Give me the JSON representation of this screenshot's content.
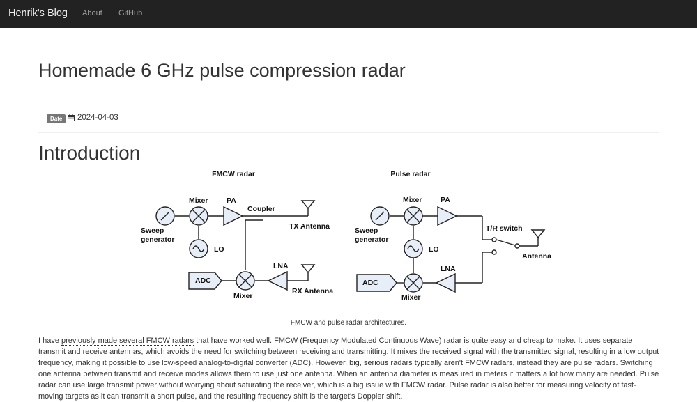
{
  "navbar": {
    "brand": "Henrik's Blog",
    "links": [
      {
        "label": "About"
      },
      {
        "label": "GitHub"
      }
    ]
  },
  "article": {
    "title": "Homemade 6 GHz pulse compression radar",
    "date_badge": "Date",
    "date": "2024-04-03",
    "section_title": "Introduction"
  },
  "figure": {
    "fmcw": {
      "title": "FMCW radar",
      "sweep_line1": "Sweep",
      "sweep_line2": "generator",
      "mixer_top": "Mixer",
      "pa": "PA",
      "coupler": "Coupler",
      "tx_antenna": "TX Antenna",
      "lo": "LO",
      "lna": "LNA",
      "adc": "ADC",
      "mixer_bottom": "Mixer",
      "rx_antenna": "RX Antenna"
    },
    "pulse": {
      "title": "Pulse radar",
      "sweep_line1": "Sweep",
      "sweep_line2": "generator",
      "mixer_top": "Mixer",
      "pa": "PA",
      "tr_switch": "T/R switch",
      "antenna": "Antenna",
      "lo": "LO",
      "lna": "LNA",
      "adc": "ADC",
      "mixer_bottom": "Mixer"
    },
    "caption": "FMCW and pulse radar architectures."
  },
  "intro": {
    "text_before_link": "I have ",
    "link_text": "previously made several FMCW radars",
    "text_after_link": " that have worked well. FMCW (Frequency Modulated Continuous Wave) radar is quite easy and cheap to make. It uses separate transmit and receive antennas, which avoids the need for switching between receiving and transmitting. It mixes the received signal with the transmitted signal, resulting in a low output frequency, making it possible to use low-speed analog-to-digital converter (ADC). However, big, serious radars typically aren't FMCW radars, instead they are pulse radars. Switching one antenna between transmit and receive modes allows them to use just one antenna. When an antenna diameter is measured in meters it matters a lot how many are needed. Pulse radar can use large transmit power without worrying about saturating the receiver, which is a big issue with FMCW radar. Pulse radar is also better for measuring velocity of fast-moving targets as it can transmit a short pulse, and the resulting frequency shift is the target's Doppler shift."
  }
}
